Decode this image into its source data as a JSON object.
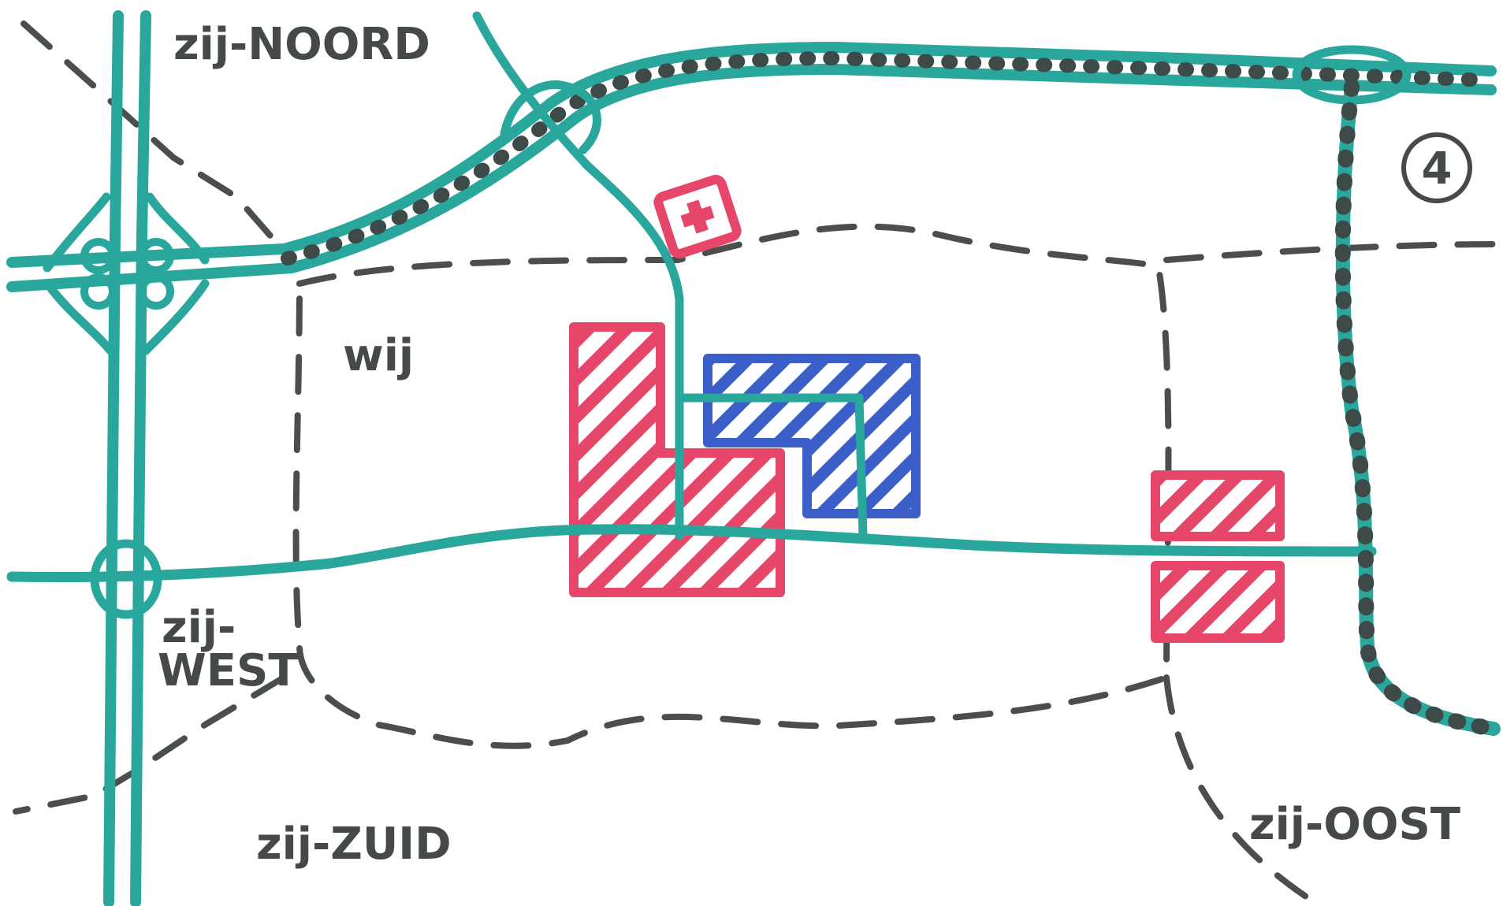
{
  "colors": {
    "road": "#2aa79c",
    "rail_tick": "#3d4a47",
    "boundary": "#4a4f4d",
    "red_zone": "#e5466a",
    "blue_zone": "#3b5ec9",
    "label": "#454a48",
    "background": "#ffffff"
  },
  "labels": {
    "zij_noord": "zij-NOORD",
    "wij": "wij",
    "zij_west_line1": "zij-",
    "zij_west_line2": "WEST",
    "zij_zuid": "zij-ZUID",
    "zij_oost": "zij-OOST",
    "marker_number": "4"
  },
  "icons": {
    "hospital": "hospital-cross-icon"
  }
}
